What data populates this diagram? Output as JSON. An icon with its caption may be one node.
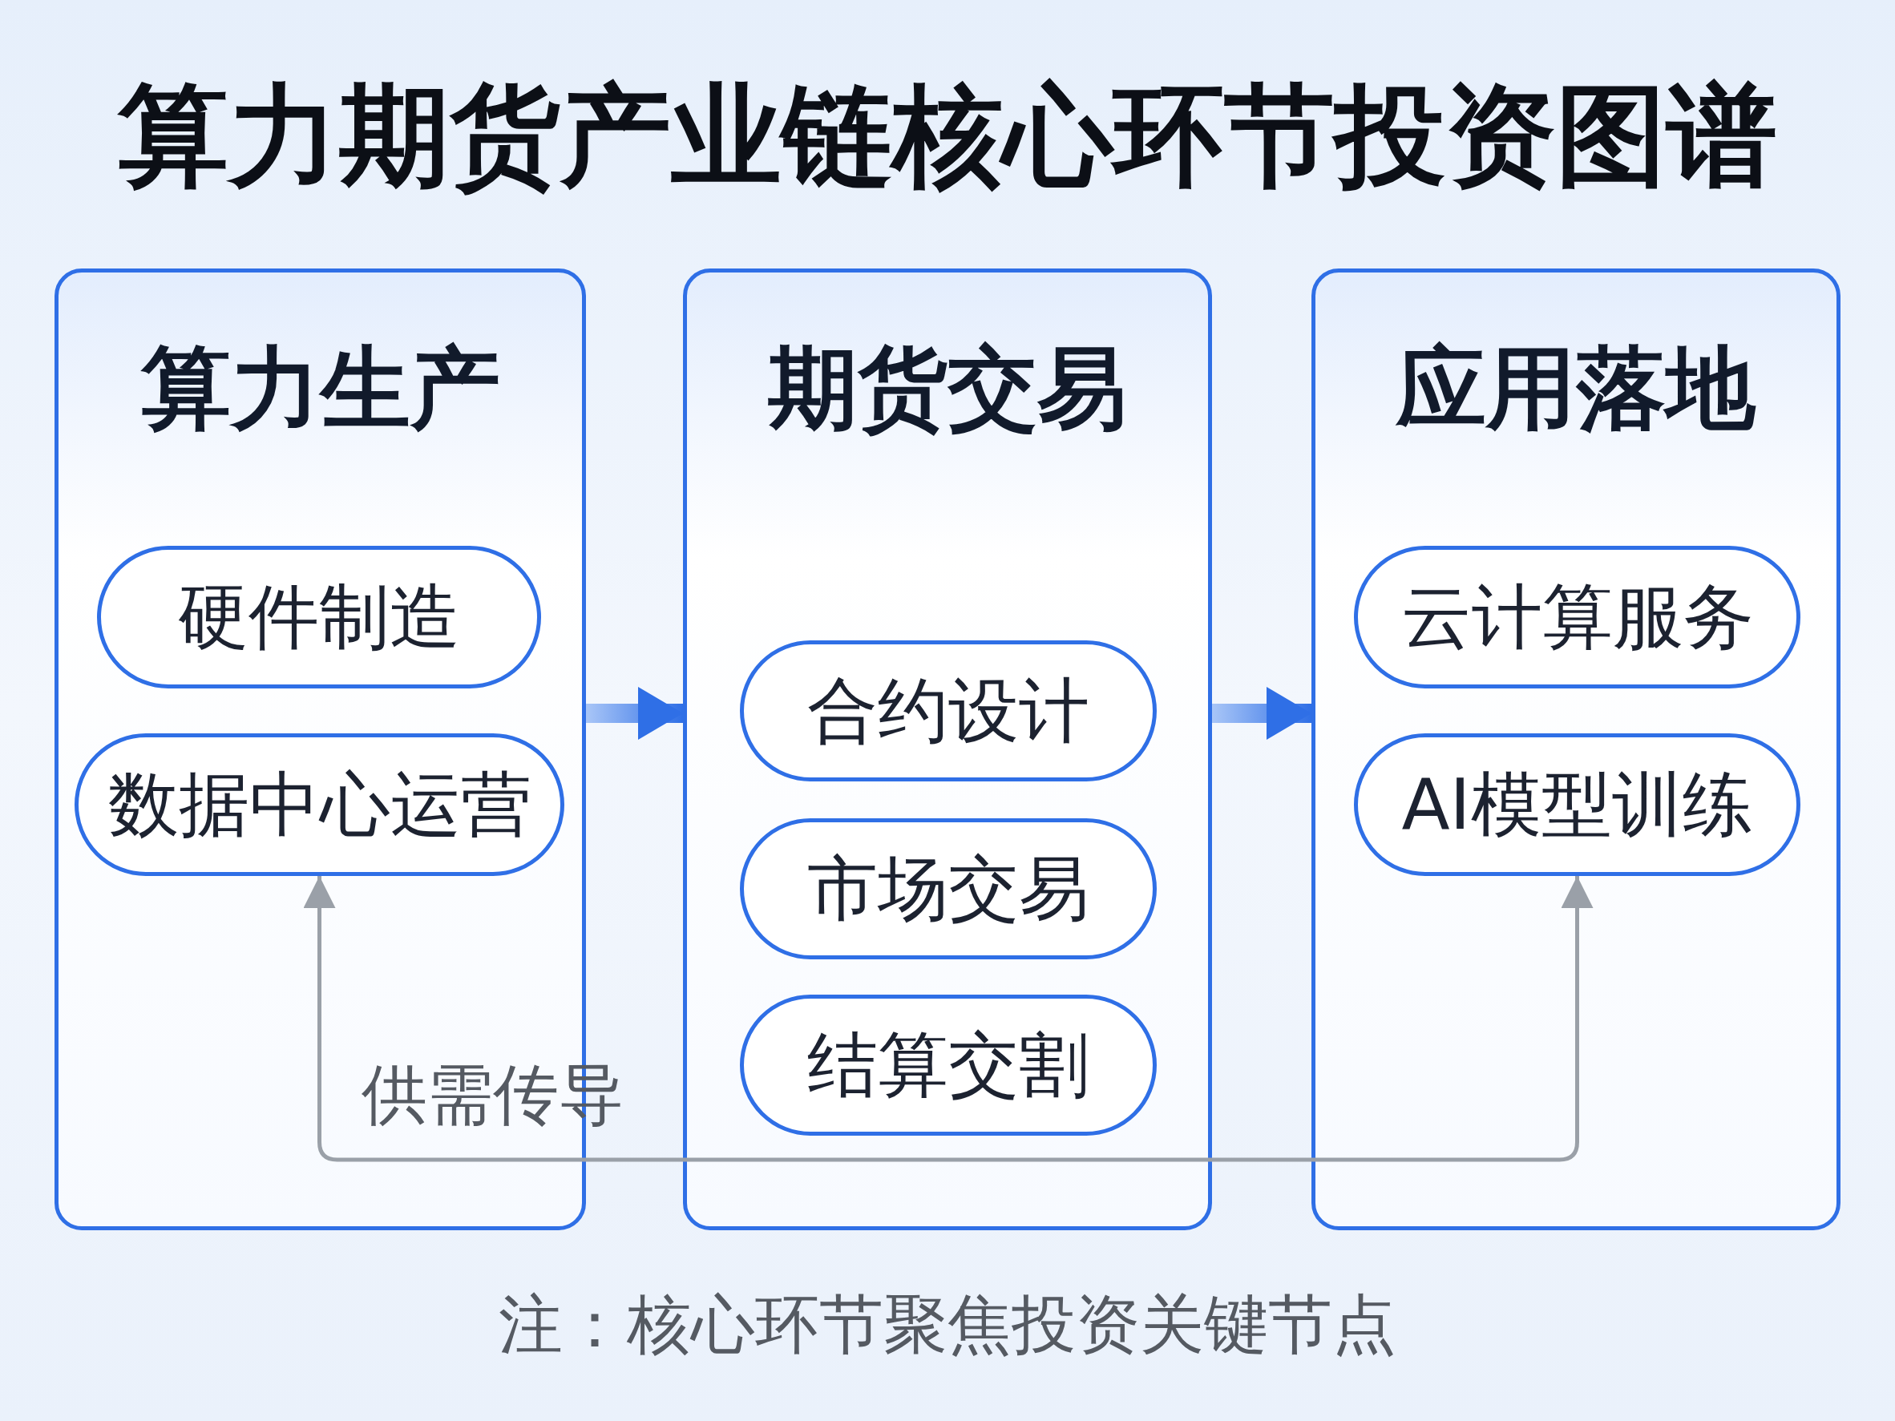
{
  "diagram": {
    "title": "算力期货产业链核心环节投资图谱",
    "caption": "注：核心环节聚焦投资关键节点",
    "nodes": [
      {
        "text": [
          "算力生产"
        ]
      },
      {
        "text": [
          "硬件制造"
        ],
        "in": 0
      },
      {
        "text": [
          "数据中心运营"
        ],
        "in": 0
      },
      {
        "text": [
          "期货交易"
        ]
      },
      {
        "text": [
          "合约设计"
        ],
        "in": 3
      },
      {
        "text": [
          "市场交易"
        ],
        "in": 3
      },
      {
        "text": [
          "结算交割"
        ],
        "in": 3
      },
      {
        "text": [
          "应用落地"
        ]
      },
      {
        "text": [
          "云计算服务"
        ],
        "in": 7
      },
      {
        "text": [
          "AI模型训练"
        ],
        "in": 7
      }
    ],
    "edges": [
      {
        "from": 0,
        "to": 3,
        "arrow": "to",
        "style": "thick"
      },
      {
        "from": 3,
        "to": 7,
        "arrow": "to",
        "style": "thick"
      },
      {
        "from": 2,
        "to": 9,
        "arrow": "both",
        "label": "供需传导",
        "color": "#9aa0a8"
      }
    ]
  }
}
